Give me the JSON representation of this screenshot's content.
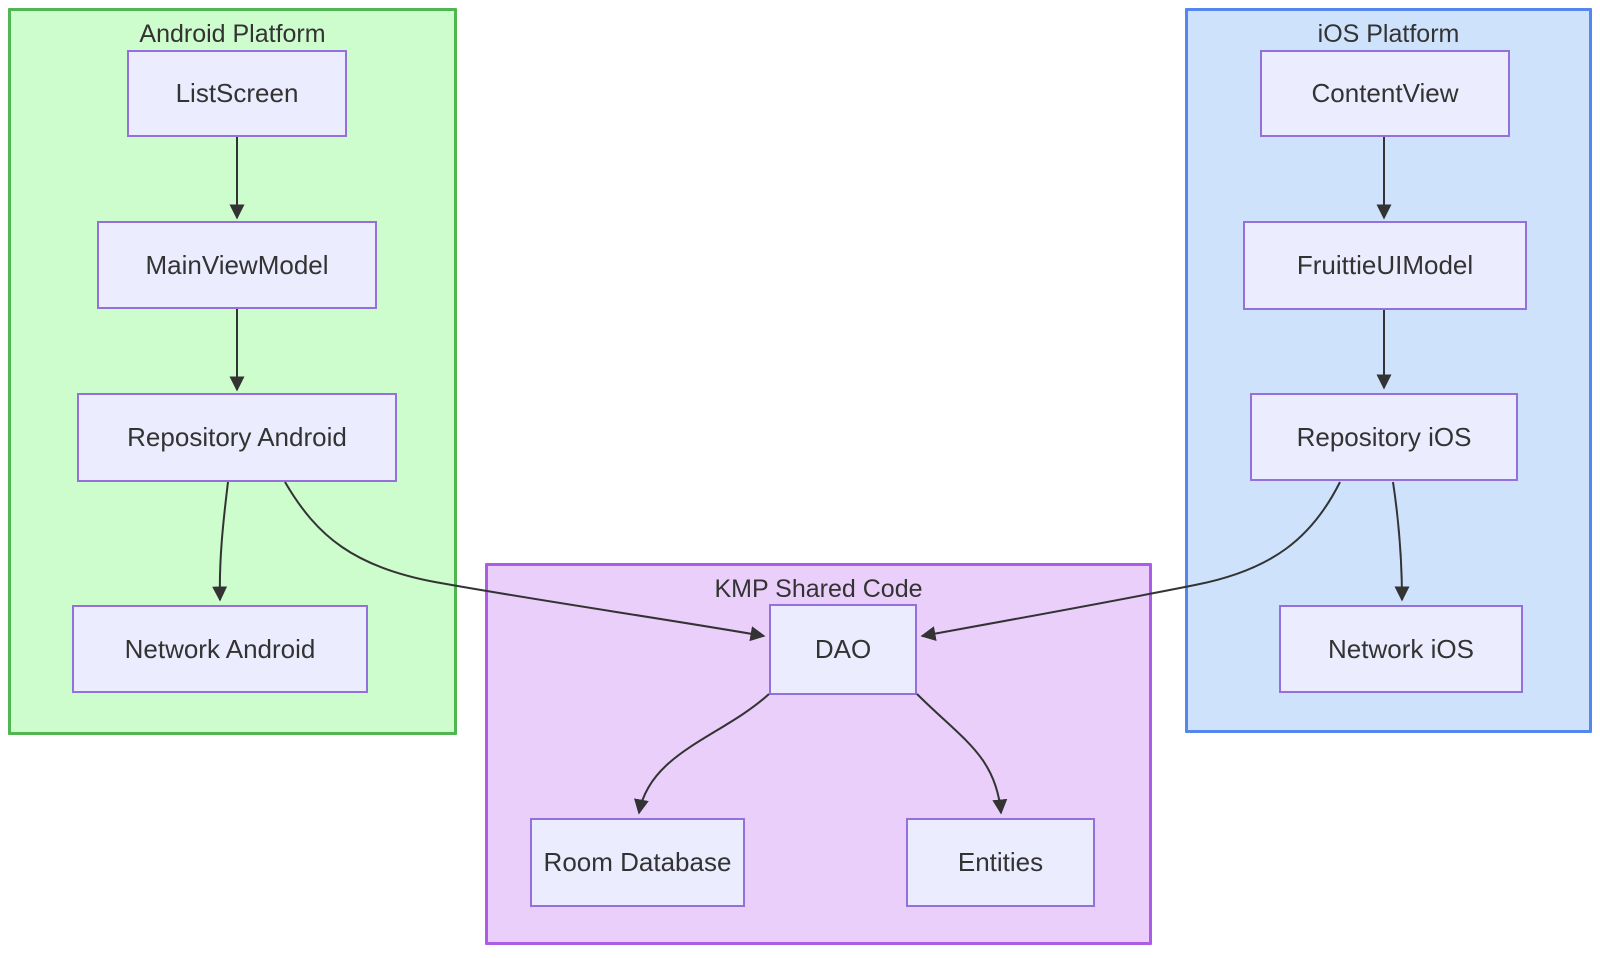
{
  "diagram": {
    "type": "flowchart",
    "clusters": {
      "android": {
        "title": "Android Platform",
        "fill": "#cdfccd",
        "border": "#50b750",
        "nodes": {
          "listscreen": "ListScreen",
          "mainviewmodel": "MainViewModel",
          "repository_android": "Repository Android",
          "network_android": "Network Android"
        }
      },
      "ios": {
        "title": "iOS Platform",
        "fill": "#cfe2fc",
        "border": "#5486ee",
        "nodes": {
          "contentview": "ContentView",
          "fruittieuimodel": "FruittieUIModel",
          "repository_ios": "Repository iOS",
          "network_ios": "Network iOS"
        }
      },
      "kmp": {
        "title": "KMP Shared Code",
        "fill": "#e9cffa",
        "border": "#ad5ce8",
        "nodes": {
          "dao": "DAO",
          "room_database": "Room Database",
          "entities": "Entities"
        }
      }
    },
    "node_style": {
      "fill": "#ececff",
      "border": "#9370db",
      "text": "#333333"
    },
    "edge_color": "#333333",
    "edges": [
      {
        "from": "ListScreen",
        "to": "MainViewModel"
      },
      {
        "from": "MainViewModel",
        "to": "Repository Android"
      },
      {
        "from": "Repository Android",
        "to": "Network Android"
      },
      {
        "from": "Repository Android",
        "to": "DAO"
      },
      {
        "from": "ContentView",
        "to": "FruittieUIModel"
      },
      {
        "from": "FruittieUIModel",
        "to": "Repository iOS"
      },
      {
        "from": "Repository iOS",
        "to": "Network iOS"
      },
      {
        "from": "Repository iOS",
        "to": "DAO"
      },
      {
        "from": "DAO",
        "to": "Room Database"
      },
      {
        "from": "DAO",
        "to": "Entities"
      }
    ]
  }
}
